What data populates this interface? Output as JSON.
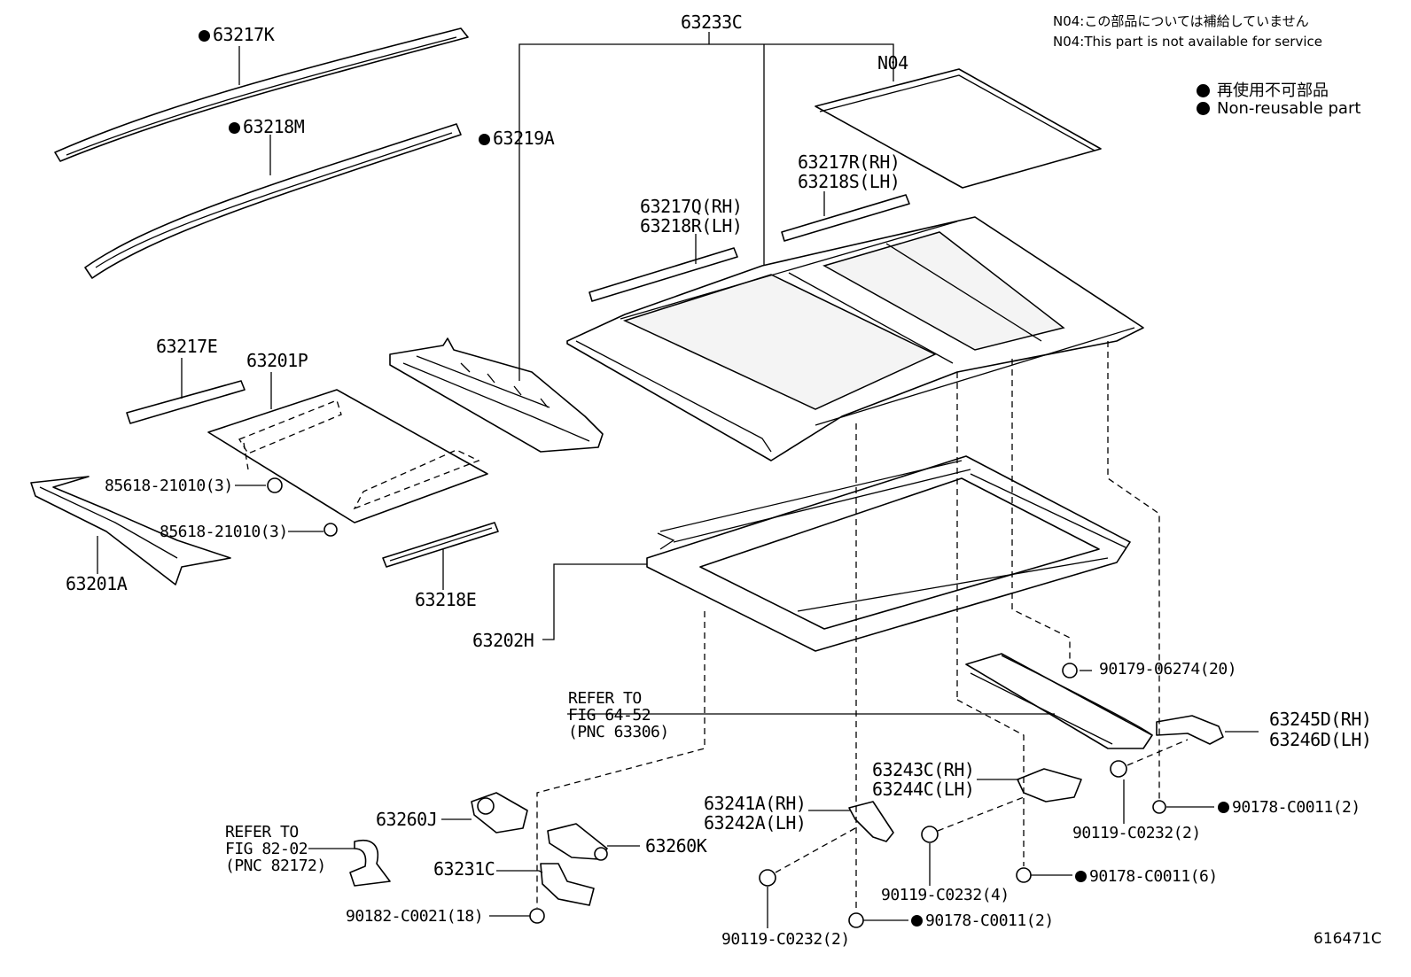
{
  "notes": {
    "n04_jp": "N04:この部品については補給していません",
    "n04_en": "N04:This part is not available for service"
  },
  "legend": {
    "jp": "再使用不可部品",
    "en": "Non-reusable part"
  },
  "figure_id": "616471C",
  "callouts": {
    "p63217K": "63217K",
    "p63218M": "63218M",
    "p63219A": "63219A",
    "p63233C": "63233C",
    "n04": "N04",
    "p63217R": "63217R(RH)",
    "p63218S": "63218S(LH)",
    "p63217Q": "63217Q(RH)",
    "p63218R": "63218R(LH)",
    "p63217E": "63217E",
    "p63201P": "63201P",
    "p85618a": "85618-21010(3)",
    "p85618b": "85618-21010(3)",
    "p63201A": "63201A",
    "p63218E": "63218E",
    "p63202H": "63202H",
    "refer1_l1": "REFER TO",
    "refer1_l2": "FIG 64-52",
    "refer1_l3": "(PNC 63306)",
    "p90179": "90179-06274(20)",
    "p63245D": "63245D(RH)",
    "p63246D": "63246D(LH)",
    "p63243C": "63243C(RH)",
    "p63244C": "63244C(LH)",
    "p90178a": "90178-C0011(2)",
    "p90119a": "90119-C0232(2)",
    "p63241A": "63241A(RH)",
    "p63242A": "63242A(LH)",
    "p63260J": "63260J",
    "p63260K": "63260K",
    "p63231C": "63231C",
    "refer2_l1": "REFER TO",
    "refer2_l2": "FIG 82-02",
    "refer2_l3": "(PNC 82172)",
    "p90182": "90182-C0021(18)",
    "p90119b": "90119-C0232(4)",
    "p90178b": "90178-C0011(6)",
    "p90178c": "90178-C0011(2)",
    "p90119c": "90119-C0232(2)"
  }
}
